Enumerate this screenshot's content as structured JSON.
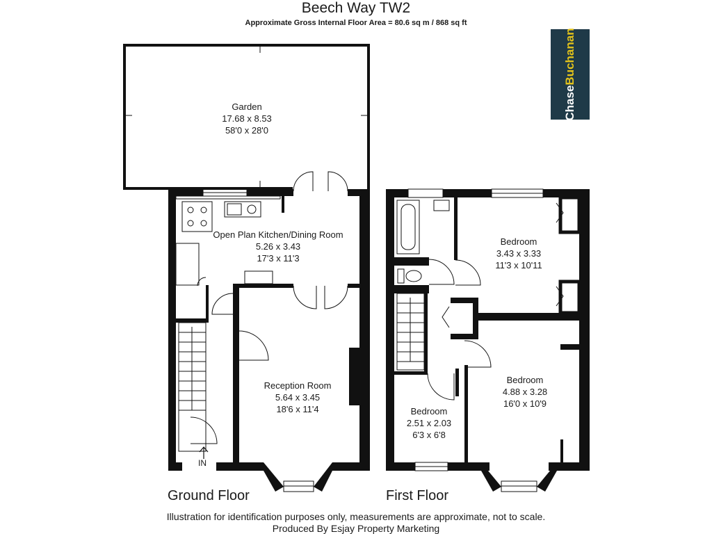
{
  "header": {
    "title": "Beech Way TW2",
    "subtitle": "Approximate Gross Internal Floor Area = 80.6 sq m / 868 sq ft"
  },
  "logo": {
    "part1": "Chase",
    "part2": "Buchanan"
  },
  "floors": {
    "ground": {
      "label": "Ground Floor",
      "entrance": "IN"
    },
    "first": {
      "label": "First Floor"
    }
  },
  "rooms": {
    "garden": {
      "name": "Garden",
      "metric": "17.68 x 8.53",
      "imperial": "58'0 x 28'0"
    },
    "kitchen": {
      "name": "Open Plan Kitchen/Dining Room",
      "metric": "5.26 x 3.43",
      "imperial": "17'3 x 11'3"
    },
    "reception": {
      "name": "Reception Room",
      "metric": "5.64 x 3.45",
      "imperial": "18'6 x 11'4"
    },
    "bedroom_rear": {
      "name": "Bedroom",
      "metric": "3.43 x 3.33",
      "imperial": "11'3 x 10'11"
    },
    "bedroom_front": {
      "name": "Bedroom",
      "metric": "4.88 x 3.28",
      "imperial": "16'0 x 10'9"
    },
    "bedroom_small": {
      "name": "Bedroom",
      "metric": "2.51 x 2.03",
      "imperial": "6'3 x 6'8"
    }
  },
  "footer": {
    "disclaimer": "Illustration for identification purposes only, measurements are approximate, not to scale.",
    "producer": "Produced By Esjay Property Marketing"
  },
  "colors": {
    "wall": "#111111",
    "logo_bg": "#1f3a48",
    "logo_accent": "#e2c21b"
  }
}
